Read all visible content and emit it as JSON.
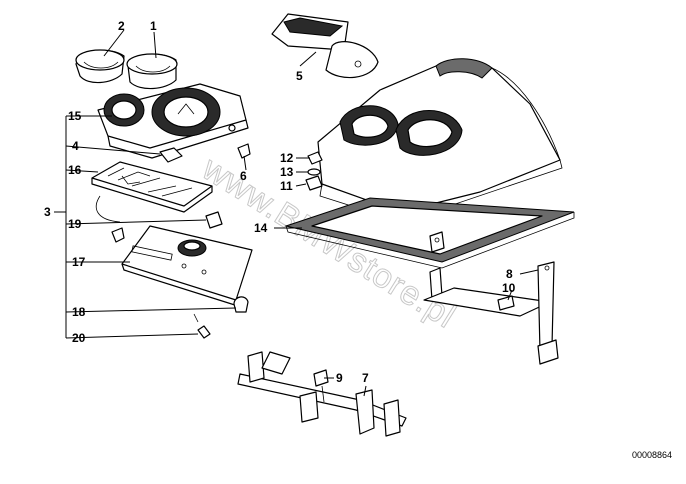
{
  "callouts": {
    "c1": "1",
    "c2": "2",
    "c3": "3",
    "c4": "4",
    "c5": "5",
    "c6": "6",
    "c7": "7",
    "c8": "8",
    "c9": "9",
    "c10": "10",
    "c11": "11",
    "c12": "12",
    "c13": "13",
    "c14": "14",
    "c15": "15",
    "c16": "16",
    "c17": "17",
    "c18": "18",
    "c19": "19",
    "c20": "20"
  },
  "watermark": "www.BMWstore.pl",
  "reference_code": "00008864"
}
